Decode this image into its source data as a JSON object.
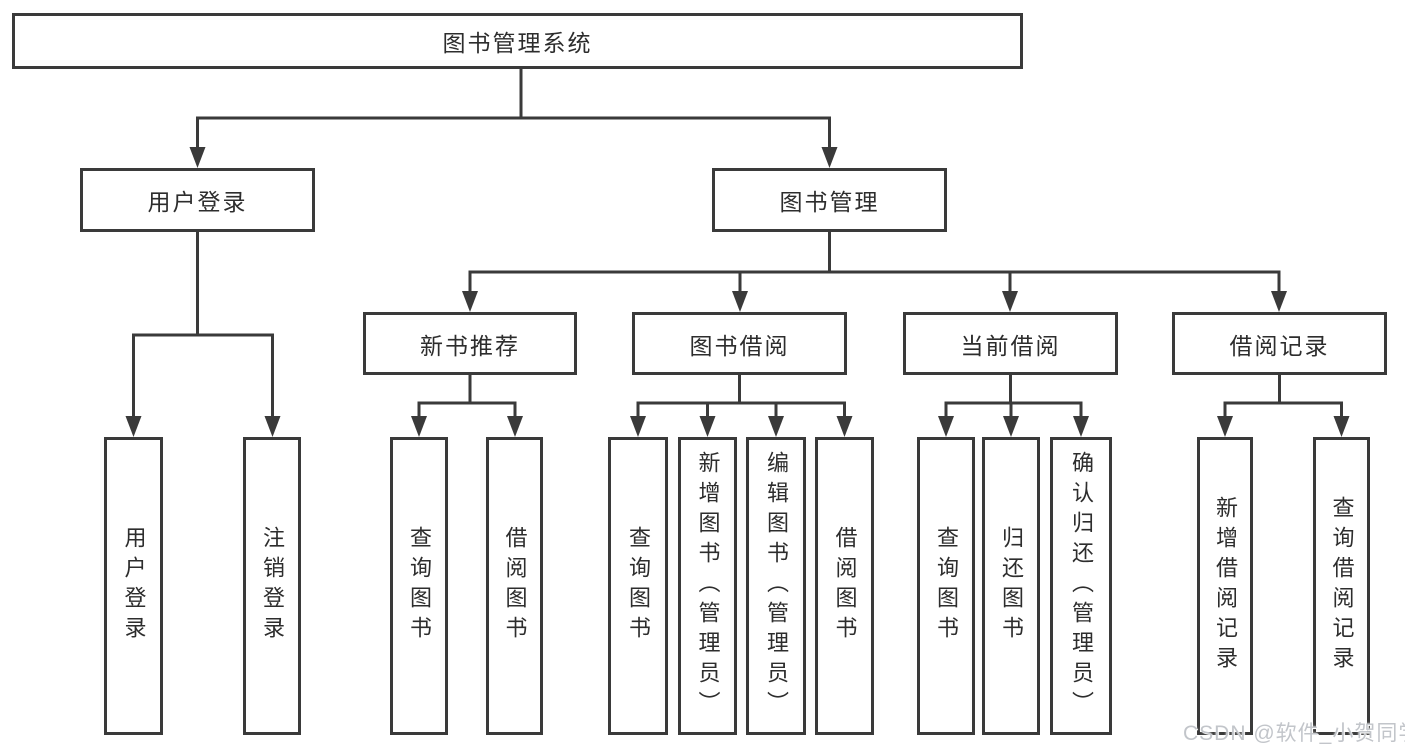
{
  "diagram": {
    "title": "图书管理系统",
    "root": {
      "label": "图书管理系统"
    },
    "branches": [
      {
        "label": "用户登录",
        "children": [
          {
            "label": "用户登录"
          },
          {
            "label": "注销登录"
          }
        ]
      },
      {
        "label": "图书管理",
        "children": [
          {
            "label": "新书推荐",
            "children": [
              {
                "label": "查询图书"
              },
              {
                "label": "借阅图书"
              }
            ]
          },
          {
            "label": "图书借阅",
            "children": [
              {
                "label": "查询图书"
              },
              {
                "label": "新增图书（管理员）"
              },
              {
                "label": "编辑图书（管理员）"
              },
              {
                "label": "借阅图书"
              }
            ]
          },
          {
            "label": "当前借阅",
            "children": [
              {
                "label": "查询图书"
              },
              {
                "label": "归还图书"
              },
              {
                "label": "确认归还（管理员）"
              }
            ]
          },
          {
            "label": "借阅记录",
            "children": [
              {
                "label": "新增借阅记录"
              },
              {
                "label": "查询借阅记录"
              }
            ]
          }
        ]
      }
    ],
    "watermark": "CSDN @软件_小贺同学",
    "colors": {
      "line": "#3a3a3a",
      "border": "#3a3a3a",
      "text": "#2d2d2d",
      "watermark": "#c2c5ca",
      "background": "#ffffff"
    }
  }
}
